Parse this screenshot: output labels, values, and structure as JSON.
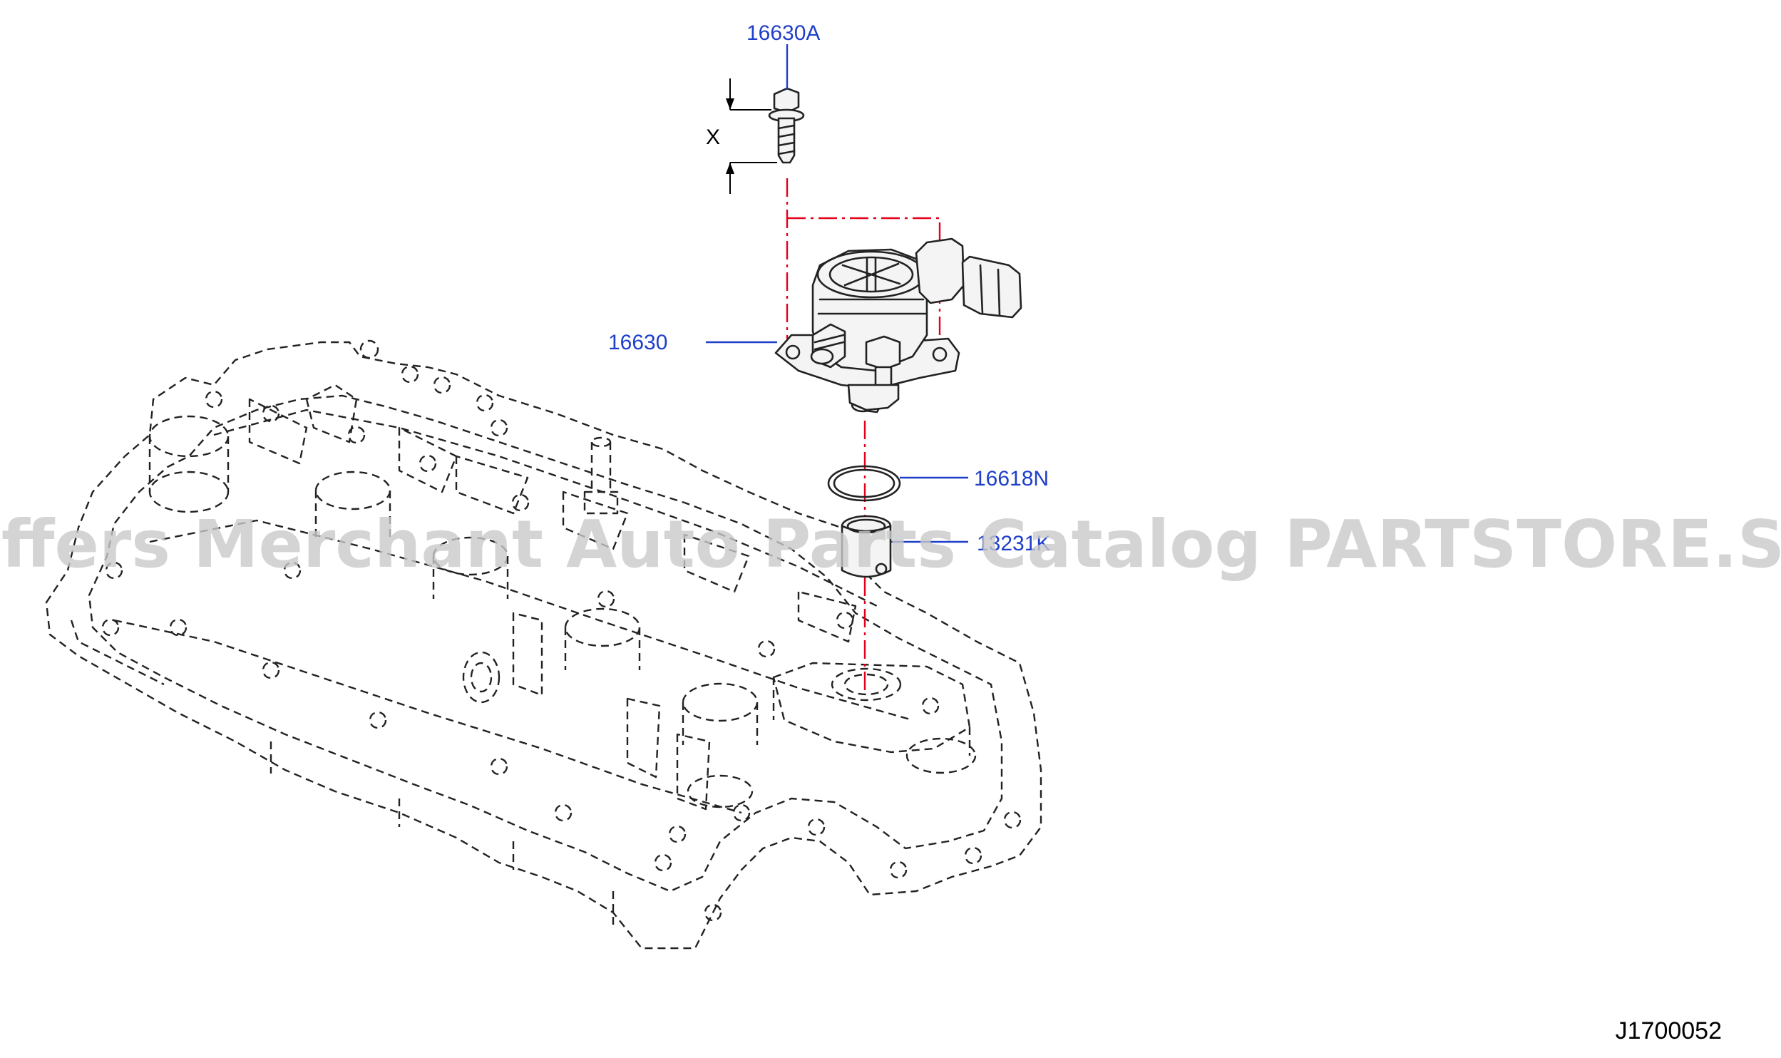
{
  "diagram": {
    "callouts": {
      "bolt": "16630A",
      "pump": "16630",
      "oring": "16618N",
      "lifter": "13231K"
    },
    "dimension_label": "X",
    "diagram_code": "J1700052",
    "watermark": "Offers Merchant Auto Parts Catalog PARTSTORE.SA",
    "colors": {
      "callout": "#1f3fc9",
      "centerline": "#e3001b",
      "linework": "#222222",
      "watermark": "#c9c9c9"
    }
  }
}
